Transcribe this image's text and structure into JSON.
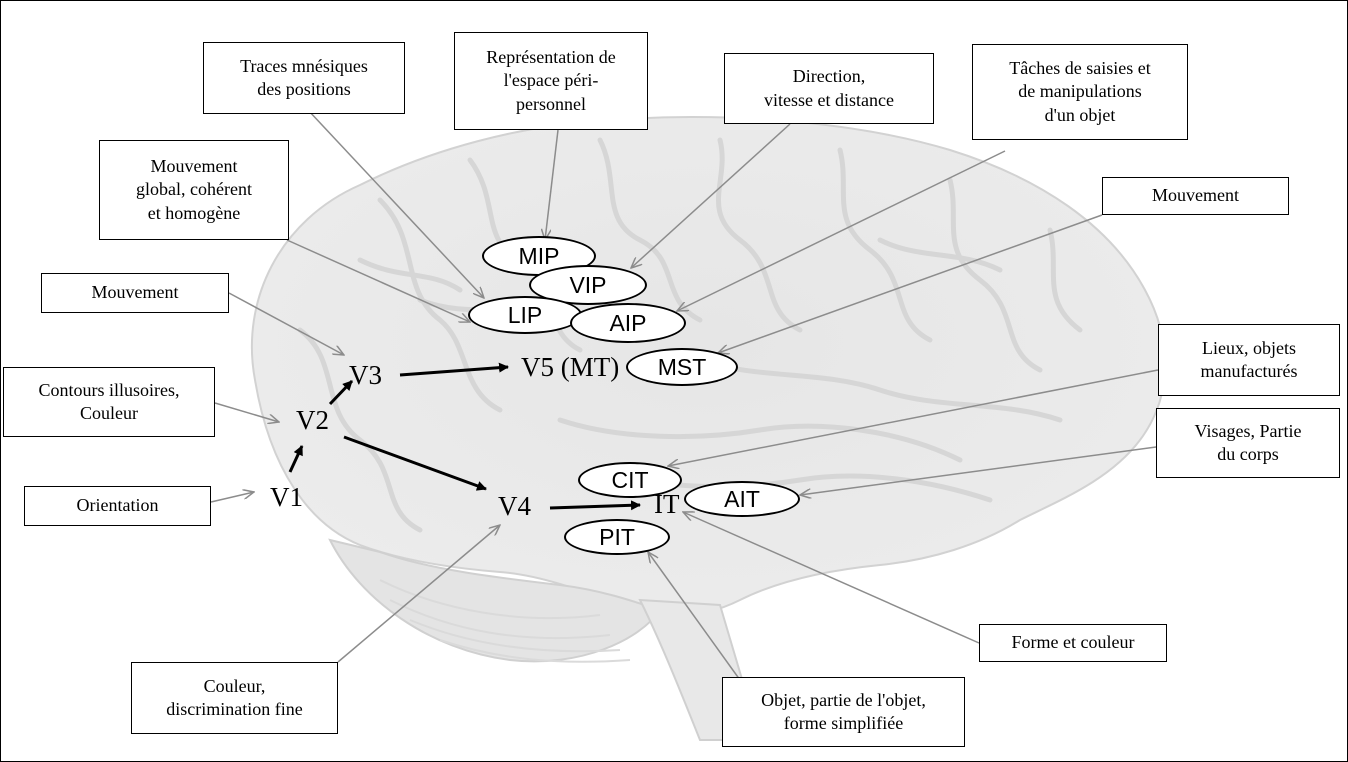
{
  "areas": {
    "v1": "V1",
    "v2": "V2",
    "v3": "V3",
    "v4": "V4",
    "v5": "V5 (MT)",
    "it": "IT"
  },
  "regions": {
    "mip": "MIP",
    "vip": "VIP",
    "lip": "LIP",
    "aip": "AIP",
    "mst": "MST",
    "cit": "CIT",
    "ait": "AIT",
    "pit": "PIT"
  },
  "labels": {
    "traces": "Traces mnésiques\ndes positions",
    "representation": "Représentation de\nl'espace péri-\npersonnel",
    "direction": "Direction,\nvitesse et distance",
    "taches": "Tâches de saisies et\nde manipulations\nd'un objet",
    "mouvement_global": "Mouvement\nglobal, cohérent\net homogène",
    "mouvement_right": "Mouvement",
    "mouvement_left": "Mouvement",
    "contours": "Contours illusoires,\nCouleur",
    "lieux": "Lieux, objets\nmanufacturés",
    "visages": "Visages, Partie\ndu corps",
    "orientation": "Orientation",
    "forme_couleur": "Forme et couleur",
    "couleur_fine": "Couleur,\ndiscrimination fine",
    "objet": "Objet, partie de l'objet,\nforme simplifiée"
  },
  "colors": {
    "arrow_main": "#000000",
    "arrow_label": "#8c8c8c",
    "brain_tone": "#d9d9d9"
  }
}
